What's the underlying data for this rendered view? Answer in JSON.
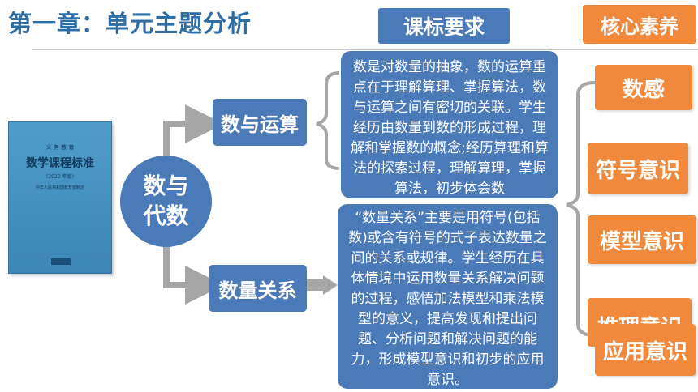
{
  "page_title": "第一章：单元主题分析",
  "header": {
    "curriculum_label": "课标要求",
    "core_literacy_label": "核心素养"
  },
  "book": {
    "series": "义 务 教 育",
    "title": "数学课程标准",
    "edition": "（2022 年版）",
    "publisher": "中华人民共和国教育部制定"
  },
  "center_topic": "数与代数",
  "branches": [
    {
      "label": "数与运算",
      "description": "数是对数量的抽象，数的运算重点在于理解算理、掌握算法，数与运算之间有密切的关联。学生经历由数量到数的形成过程，理解和掌握数的概念;经历算理和算法的探索过程，理解算理，掌握算法，初步体会数"
    },
    {
      "label": "数量关系",
      "description": "“数量关系”主要是用符号(包括数)或含有符号的式子表达数量之间的关系或规律。学生经历在具体情境中运用数量关系解决问题的过程，感悟加法模型和乘法模型的意义，提高发现和提出问题、分析问题和解决问题的能力，形成模型意识和初步的应用意识。"
    }
  ],
  "literacies": [
    "数感",
    "符号意识",
    "模型意识",
    "推理意识",
    "应用意识"
  ],
  "colors": {
    "blue": "#4a7ab8",
    "orange": "#f0893b",
    "title": "#2e6ea6",
    "arrow": "#a6a6a6"
  }
}
